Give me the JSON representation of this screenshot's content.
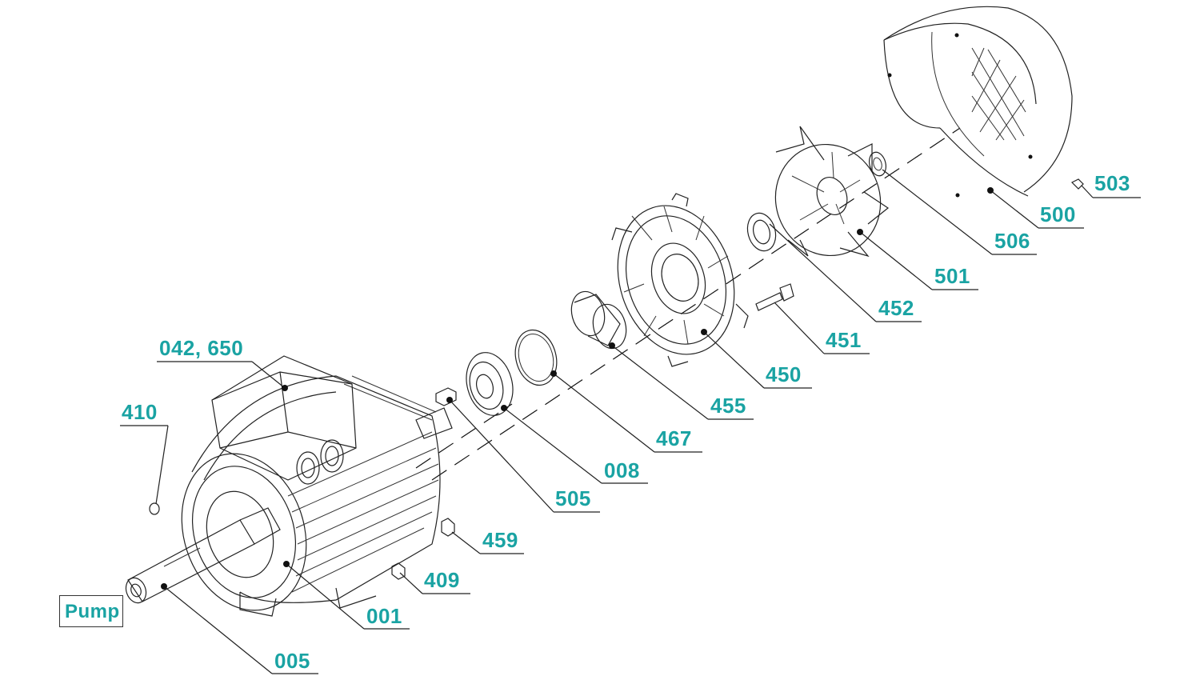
{
  "colors": {
    "label": "#1aa3a3",
    "line": "#222222",
    "background": "#ffffff"
  },
  "labels": {
    "p042_650": "042, 650",
    "p410": "410",
    "p001": "001",
    "p005": "005",
    "p409": "409",
    "p459": "459",
    "p505": "505",
    "p008": "008",
    "p467": "467",
    "p455": "455",
    "p450": "450",
    "p451": "451",
    "p452": "452",
    "p501": "501",
    "p506": "506",
    "p500": "500",
    "p503": "503"
  },
  "pump_label": "Pump"
}
